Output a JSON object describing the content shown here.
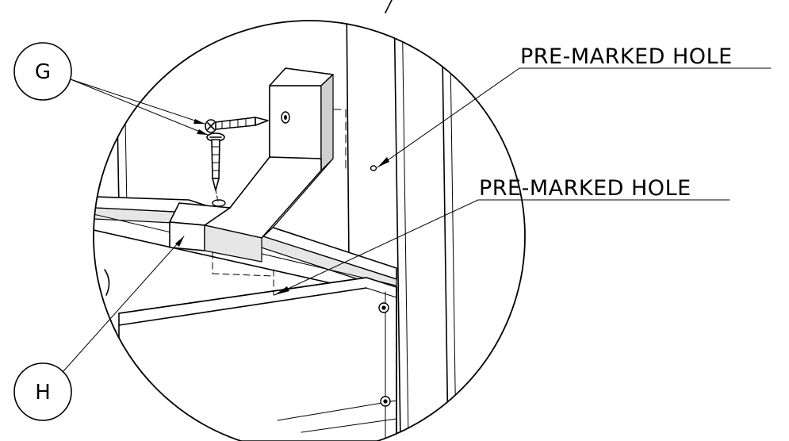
{
  "callouts": {
    "top_label": "PRE-MARKED HOLE",
    "bottom_label": "PRE-MARKED HOLE"
  },
  "balloons": {
    "g_letter": "G",
    "h_letter": "H"
  },
  "colors": {
    "line": "#000000",
    "background": "#ffffff",
    "shade": "#e6e6e6"
  }
}
